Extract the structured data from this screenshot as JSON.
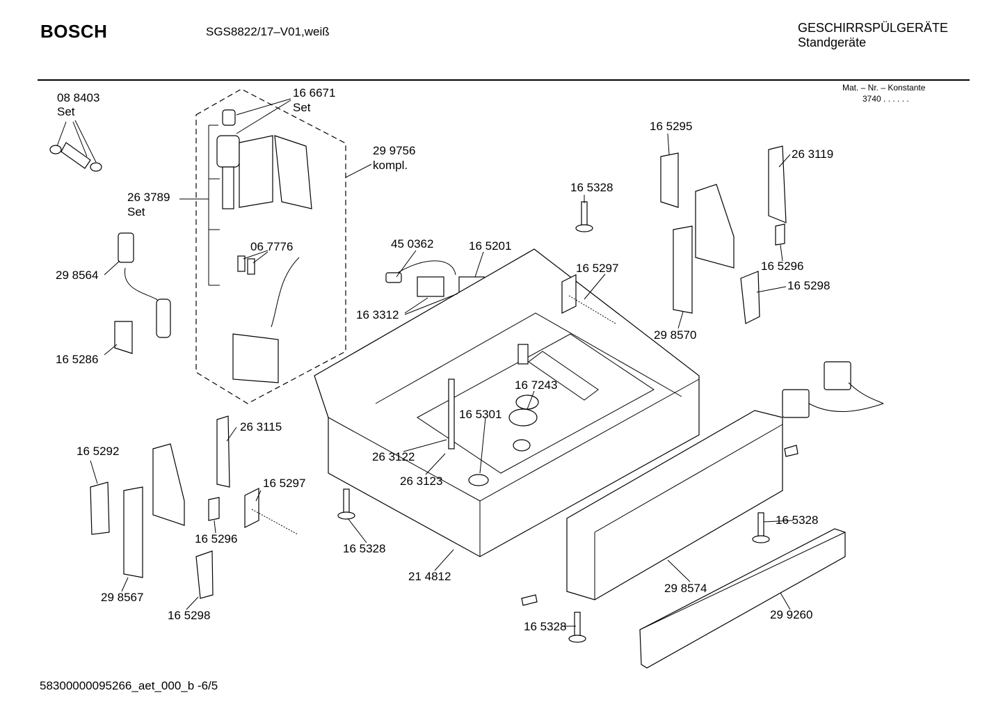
{
  "header": {
    "brand": "BOSCH",
    "model": "SGS8822/17–V01,weiß",
    "category": "GESCHIRRSPÜLGERÄTE",
    "subcategory": "Standgeräte"
  },
  "material": {
    "label": "Mat. – Nr. – Konstante",
    "value": "3740 . . . . . ."
  },
  "footer": "58300000095266_aet_000_b -6/5",
  "part_labels": [
    "08 8403",
    "Set",
    "16 6671",
    "Set",
    "29 9756",
    "kompl.",
    "26 3789",
    "Set",
    "06 7776",
    "29 8564",
    "16 5286",
    "45 0362",
    "16 5201",
    "16 3312",
    "16 5328",
    "16 5297",
    "16 5295",
    "26 3119",
    "16 5296",
    "16 5298",
    "29 8570",
    "16 7243",
    "16 5301",
    "26 3122",
    "26 3123",
    "26 3115",
    "16 5292",
    "16 5297",
    "16 5296",
    "16 5328",
    "21 4812",
    "29 8567",
    "16 5298",
    "16 5328",
    "29 8574",
    "29 9260",
    "16 5328"
  ],
  "colors": {
    "ink": "#000000",
    "paper": "#ffffff",
    "fill_light": "#f2f2f2"
  }
}
